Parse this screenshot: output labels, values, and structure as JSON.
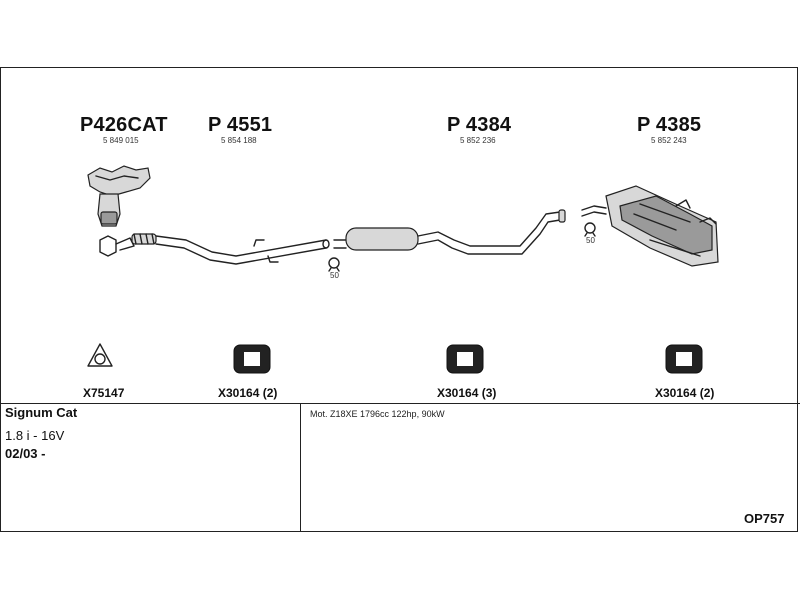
{
  "parts": [
    {
      "code": "P426CAT",
      "number": "5 849 015"
    },
    {
      "code": "P 4551",
      "number": "5 854 188"
    },
    {
      "code": "P 4384",
      "number": "5 852 236"
    },
    {
      "code": "P 4385",
      "number": "5 852 243"
    }
  ],
  "clamps": [
    {
      "label": "50"
    },
    {
      "label": "50"
    }
  ],
  "fittings": [
    {
      "code": "X75147",
      "icon": "gasket-icon"
    },
    {
      "code": "X30164 (2)",
      "icon": "rubber-hanger-icon"
    },
    {
      "code": "X30164 (3)",
      "icon": "rubber-hanger-icon"
    },
    {
      "code": "X30164 (2)",
      "icon": "rubber-hanger-icon"
    }
  ],
  "vehicle": {
    "model": "Signum Cat",
    "engine": "1.8 i - 16V",
    "date": "02/03 -"
  },
  "notes": "Mot. Z18XE 1796cc 122hp, 90kW",
  "sheet_code": "OP757"
}
